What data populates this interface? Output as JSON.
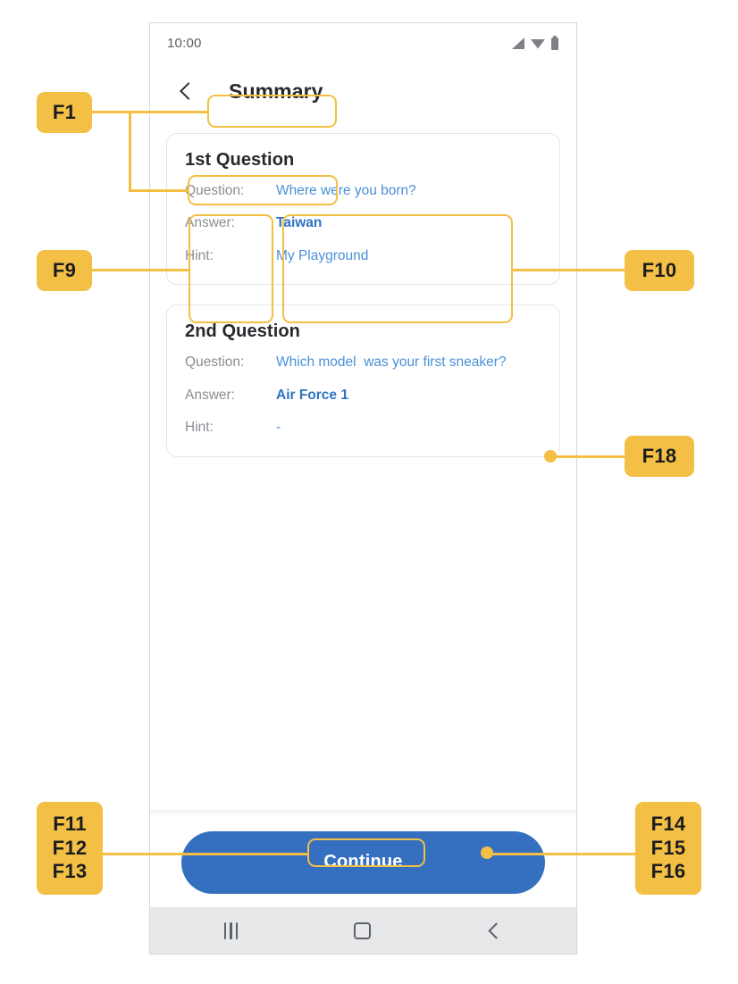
{
  "phone": {
    "status_bar": {
      "time": "10:00",
      "icons": [
        "signal-icon",
        "wifi-icon",
        "battery-icon"
      ]
    },
    "app_bar": {
      "back_icon": "back-chevron-icon",
      "title": "Summary"
    },
    "cards": [
      {
        "title": "1st Question",
        "rows": [
          {
            "label": "Question:",
            "value": "Where were you born?"
          },
          {
            "label": "Answer:",
            "value": "Taiwan"
          },
          {
            "label": "Hint:",
            "value": "My Playground"
          }
        ]
      },
      {
        "title": "2nd Question",
        "rows": [
          {
            "label": "Question:",
            "value": "Which model  was your first sneaker?"
          },
          {
            "label": "Answer:",
            "value": "Air Force 1"
          },
          {
            "label": "Hint:",
            "value": "-"
          }
        ]
      }
    ],
    "bottom": {
      "continue_label": "Continue"
    },
    "nav_bar": {
      "recents_icon": "recents-icon",
      "home_icon": "home-icon",
      "back_icon": "nav-back-icon"
    }
  },
  "annotations": {
    "accent_color": "#f3bf45",
    "badges": [
      {
        "id": "f1",
        "labels": [
          "F1"
        ]
      },
      {
        "id": "f9",
        "labels": [
          "F9"
        ]
      },
      {
        "id": "f10",
        "labels": [
          "F10"
        ]
      },
      {
        "id": "f18",
        "labels": [
          "F18"
        ]
      },
      {
        "id": "f11f12f13",
        "labels": [
          "F11",
          "F12",
          "F13"
        ]
      },
      {
        "id": "f14f15f16",
        "labels": [
          "F14",
          "F15",
          "F16"
        ]
      }
    ]
  },
  "colors": {
    "accent": "#f3bf45",
    "primary_button": "#3570c0",
    "question_text": "#4a90d9",
    "answer_text": "#2f73c4",
    "label_text": "#8b8e93",
    "title_text": "#26282c"
  }
}
